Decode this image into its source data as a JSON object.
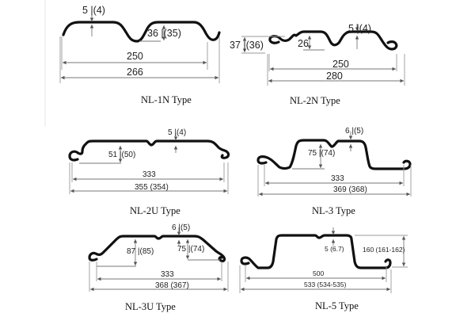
{
  "profiles": [
    {
      "name": "NL-1N Type",
      "dims": {
        "thickness": "5",
        "thickness_alt": "(4)",
        "height": "36",
        "height_alt": "(35)",
        "pitch": "250",
        "overall": "266"
      }
    },
    {
      "name": "NL-2N Type",
      "dims": {
        "total_height": "37",
        "total_height_alt": "(36)",
        "depth": "26",
        "thickness": "5",
        "thickness_alt": "(4)",
        "pitch": "250",
        "overall": "280"
      }
    },
    {
      "name": "NL-2U Type",
      "dims": {
        "thickness": "5",
        "thickness_alt": "(4)",
        "height": "51",
        "height_alt": "(50)",
        "pitch": "333",
        "overall": "355",
        "overall_alt": "(354)"
      }
    },
    {
      "name": "NL-3 Type",
      "dims": {
        "thickness": "6",
        "thickness_alt": "(5)",
        "height": "75",
        "height_alt": "(74)",
        "pitch": "333",
        "overall": "369",
        "overall_alt": "(368)"
      }
    },
    {
      "name": "NL-3U Type",
      "dims": {
        "thickness": "6",
        "thickness_alt": "(5)",
        "height": "87",
        "height_alt": "(85)",
        "inner_height": "75",
        "inner_height_alt": "(74)",
        "pitch": "333",
        "overall": "368",
        "overall_alt": "(367)"
      }
    },
    {
      "name": "NL-5 Type",
      "dims": {
        "thickness": "5",
        "thickness_alt": "(6.7)",
        "height": "160",
        "height_alt": "(161-162)",
        "pitch": "500",
        "overall": "533",
        "overall_alt": "(534-535)"
      }
    }
  ],
  "labels": {
    "p0_thk": "5 |(4)",
    "p0_h": "36 |(35)",
    "p1_th": "37 |(36)",
    "p1_thk": "5 |(4)",
    "p2_thk": "5 |(4)",
    "p2_h": "51 |(50)",
    "p2_ov": "355 (354)",
    "p3_thk": "6 |(5)",
    "p3_h": "75 |(74)",
    "p3_ov": "369 (368)",
    "p4_thk": "6 |(5)",
    "p4_h": "87 |(85)",
    "p4_ih": "75 |(74)",
    "p4_ov": "368 (367)",
    "p5_thk": "5 (6.7)",
    "p5_h": "160 (161-162)",
    "p5_ov": "533 (534-535)"
  }
}
